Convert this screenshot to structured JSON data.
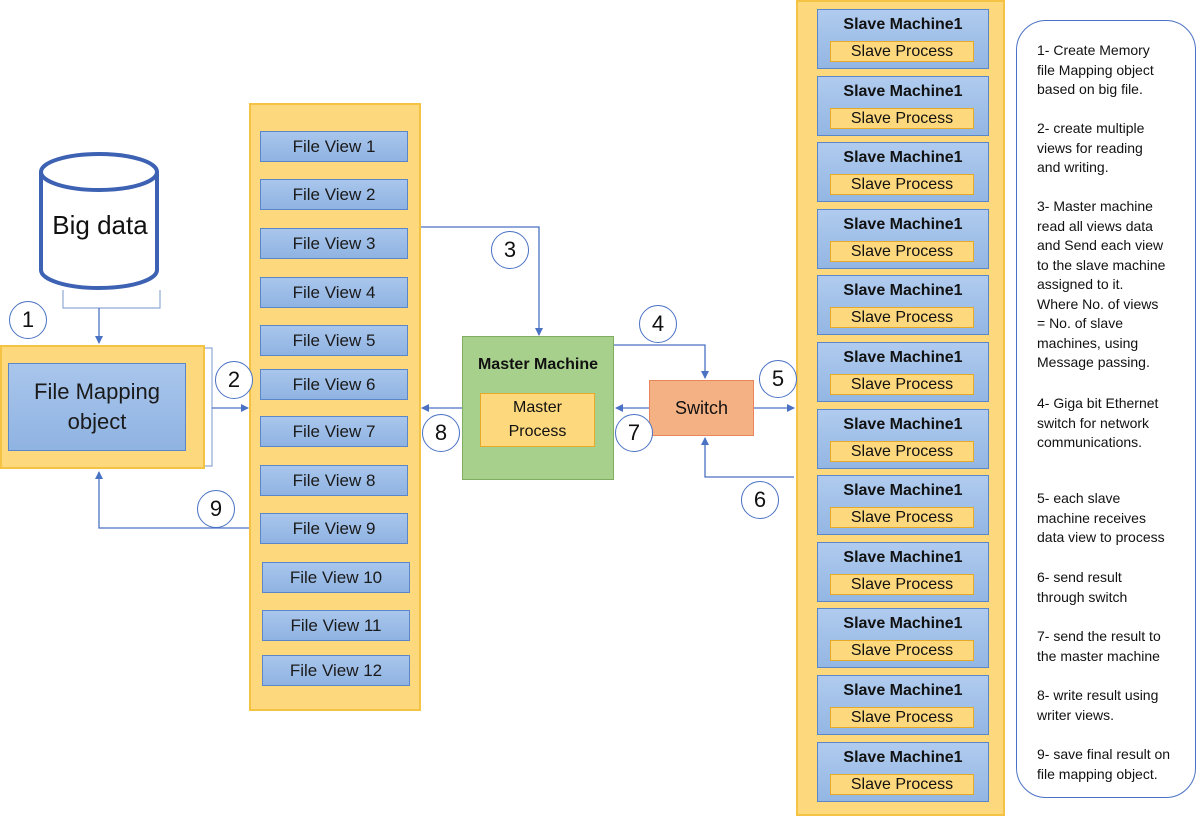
{
  "big_data": {
    "label": "Big data"
  },
  "file_mapping": {
    "label": "File Mapping object"
  },
  "file_views": [
    "File View 1",
    "File View 2",
    "File View 3",
    "File View 4",
    "File View 5",
    "File View 6",
    "File View 7",
    "File View 8",
    "File View 9",
    "File View 10",
    "File View 11",
    "File View 12"
  ],
  "master": {
    "title": "Master Machine",
    "process": "Master Process"
  },
  "switch": {
    "label": "Switch"
  },
  "slaves": [
    {
      "title": "Slave Machine1",
      "process": "Slave Process"
    },
    {
      "title": "Slave Machine1",
      "process": "Slave Process"
    },
    {
      "title": "Slave Machine1",
      "process": "Slave Process"
    },
    {
      "title": "Slave Machine1",
      "process": "Slave Process"
    },
    {
      "title": "Slave Machine1",
      "process": "Slave Process"
    },
    {
      "title": "Slave Machine1",
      "process": "Slave Process"
    },
    {
      "title": "Slave Machine1",
      "process": "Slave Process"
    },
    {
      "title": "Slave Machine1",
      "process": "Slave Process"
    },
    {
      "title": "Slave Machine1",
      "process": "Slave Process"
    },
    {
      "title": "Slave Machine1",
      "process": "Slave Process"
    },
    {
      "title": "Slave Machine1",
      "process": "Slave Process"
    },
    {
      "title": "Slave Machine1",
      "process": "Slave Process"
    }
  ],
  "steps": [
    "1",
    "2",
    "3",
    "4",
    "5",
    "6",
    "7",
    "8",
    "9"
  ],
  "notes": [
    "1- Create Memory\nfile Mapping object\nbased on big file.",
    "2- create multiple\nviews for reading\nand writing.",
    "3- Master machine\nread all views data\nand Send each view\nto the slave machine\nassigned to it.\nWhere No. of views\n= No. of slave\nmachines, using\nMessage passing.",
    "4- Giga bit Ethernet\nswitch for network\ncommunications.",
    "5- each slave\nmachine receives\ndata view to  process",
    "6- send result\nthrough switch",
    "7- send the result to\nthe master machine",
    "8- write result using\nwriter views.",
    "9- save final result on\nfile mapping object."
  ],
  "colors": {
    "panel_yellow": "#fdd87c",
    "box_blue": "#9dbde8",
    "master_green": "#a8d08d",
    "switch_orange": "#f4b183",
    "line_blue": "#4a72c4"
  }
}
